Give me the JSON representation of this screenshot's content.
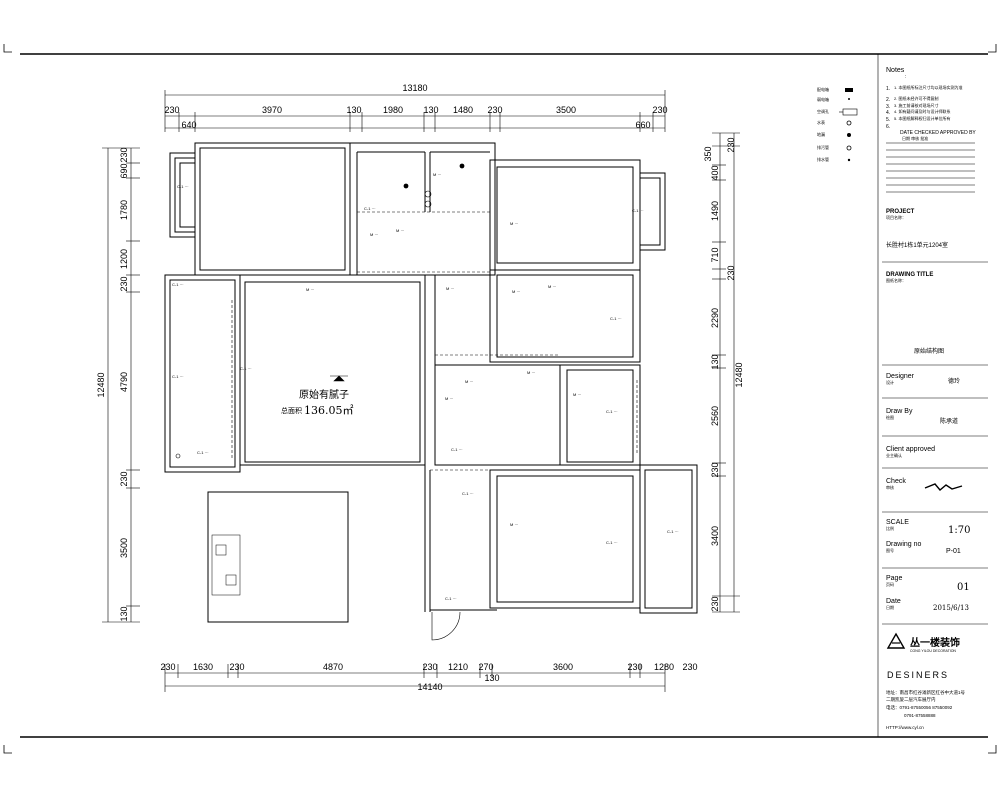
{
  "plan": {
    "top_total": "13180",
    "top_dims": [
      "230",
      "3970",
      "130",
      "1980",
      "130",
      "1480",
      "230",
      "3500",
      "230"
    ],
    "top_sub_left": "640",
    "top_sub_right": "660",
    "bottom_total": "14140",
    "bottom_dims": [
      "230",
      "1630",
      "230",
      "4870",
      "230",
      "1210",
      "270",
      "3600",
      "230",
      "1280",
      "230"
    ],
    "bottom_sub": "130",
    "left_total": "12480",
    "left_dims": [
      "230",
      "690",
      "1780",
      "1200",
      "230",
      "4790",
      "230",
      "3500",
      "130"
    ],
    "right_total": "12480",
    "right_dims": [
      "230",
      "350",
      "400",
      "1490",
      "710",
      "230",
      "2290",
      "130",
      "2560",
      "230",
      "3400",
      "230"
    ],
    "area_title": "原始有腻子",
    "area_label": "总面积",
    "area_value": "136.05㎡"
  },
  "legend": {
    "items": [
      "配电箱",
      "弱电箱",
      "空调孔",
      "水表",
      "地漏",
      "排污管",
      "排水管"
    ]
  },
  "title_block": {
    "notes_label": "Notes",
    "notes_colon": ":",
    "note_numbers": [
      "1.",
      "2.",
      "3.",
      "4.",
      "5.",
      "6."
    ],
    "notes_lines": [
      "1. 本图纸所标注尺寸均以现场实测为准",
      "2. 图纸未经许可不得复制",
      "3. 施工前请核对现场尺寸",
      "4. 如有疑问请及时与设计师联系",
      "5. 本图纸解释权归设计单位所有"
    ],
    "revision_header": "DATE CHECKED APPROVED BY",
    "revision_sub": "日期 审核 批准",
    "project_label": "PROJECT",
    "project_colon": "项目名称：",
    "project_name": "长胜村1栋1单元1204室",
    "drawing_title_label": "DRAWING TITLE",
    "drawing_title_colon": "图纸名称：",
    "drawing_title": "原始结构图",
    "designer_label": "Designer",
    "designer_cn": "设计",
    "designer_name": "德玲",
    "draw_by_label": "Draw By",
    "draw_by_cn": "绘图",
    "draw_by_name": "陈承道",
    "client_label": "Client approved",
    "client_cn": "业主确认",
    "check_label": "Check",
    "check_cn": "审核",
    "scale_label": "SCALE",
    "scale_cn": "比例",
    "scale_value": "1:70",
    "drawing_no_label": "Drawing no",
    "drawing_no_cn": "图号",
    "drawing_no_value": "P-01",
    "page_label": "Page",
    "page_cn": "页码",
    "page_value": "01",
    "date_label": "Date",
    "date_cn": "日期",
    "date_value": "2015/6/13",
    "company_name": "丛一楼装饰",
    "company_en": "CONG YILOU DECORATION",
    "company_sub": "DESINERS",
    "address_lines": [
      "地址：南昌市红谷滩新区红谷中大道1号",
      "二期凯旋二层汽车展厅内",
      "电话：0791-87550056 87550092",
      "0791-87558888",
      "HTTP://www.cyl.cn"
    ]
  }
}
